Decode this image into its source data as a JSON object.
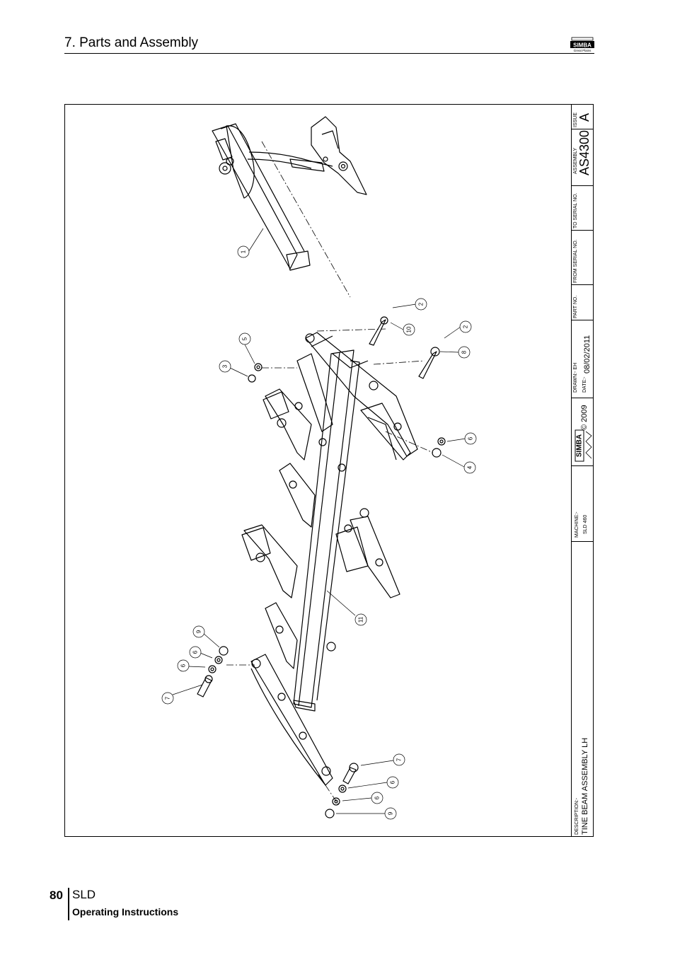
{
  "header": {
    "section_title": "7. Parts and Assembly",
    "logo_text": "SIMBA",
    "logo_subtext": "Great Plains"
  },
  "drawing": {
    "callouts": [
      "1",
      "2",
      "10",
      "2",
      "8",
      "5",
      "3",
      "6",
      "4",
      "11",
      "9",
      "6",
      "6",
      "7",
      "7",
      "6",
      "6",
      "9"
    ]
  },
  "title_block": {
    "issue_label": "ISSUE",
    "issue_value": "A",
    "assembly_label": "ASSEMBLY",
    "assembly_value": "AS4300",
    "to_serial_label": "TO SERIAL NO.",
    "from_serial_label": "FROM SERIAL NO.",
    "part_no_label": "PART NO.",
    "drawn_label": "DRAWN:- EH",
    "date_label": "DATE:-",
    "date_value": "08/02/2011",
    "copyright": "© 2009",
    "logo_text": "SIMBA",
    "machine_label": "MACHINE:-",
    "machine_value": "SLD 460",
    "description_label": "DESCRIPTION:-",
    "description_value": "TINE BEAM ASSEMBLY LH"
  },
  "footer": {
    "page_number": "80",
    "product": "SLD",
    "subtitle": "Operating Instructions"
  }
}
